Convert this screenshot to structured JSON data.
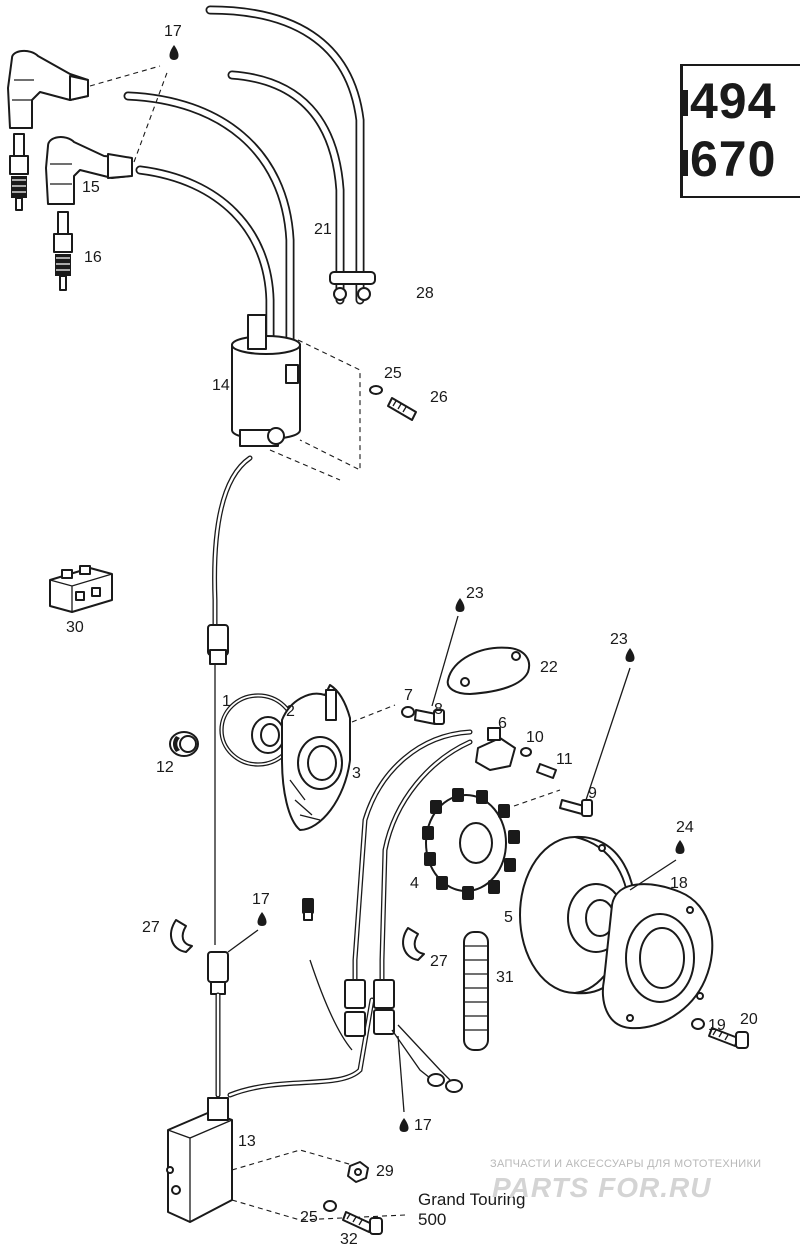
{
  "model_numbers": [
    "494",
    "670"
  ],
  "callouts": {
    "c1": "1",
    "c2": "2",
    "c3": "3",
    "c4": "4",
    "c5": "5",
    "c6": "6",
    "c7": "7",
    "c8": "8",
    "c9": "9",
    "c10": "10",
    "c11": "11",
    "c12": "12",
    "c13": "13",
    "c14": "14",
    "c15": "15",
    "c16": "16",
    "c17": "17",
    "c18": "18",
    "c19": "19",
    "c20": "20",
    "c21": "21",
    "c22": "22",
    "c23": "23",
    "c24": "24",
    "c25": "25",
    "c26": "26",
    "c27": "27",
    "c28": "28",
    "c29": "29",
    "c30": "30",
    "c31": "31",
    "c32": "32"
  },
  "caption_lines": [
    "Grand Touring",
    "500"
  ],
  "watermark": {
    "tagline": "ЗАПЧАСТИ И АКСЕССУАРЫ ДЛЯ МОТОТЕХНИКИ",
    "brand": "PARTS FOR.RU"
  },
  "colors": {
    "ink": "#1a1a1a",
    "background": "#ffffff",
    "watermark": "#d4d4d4"
  }
}
